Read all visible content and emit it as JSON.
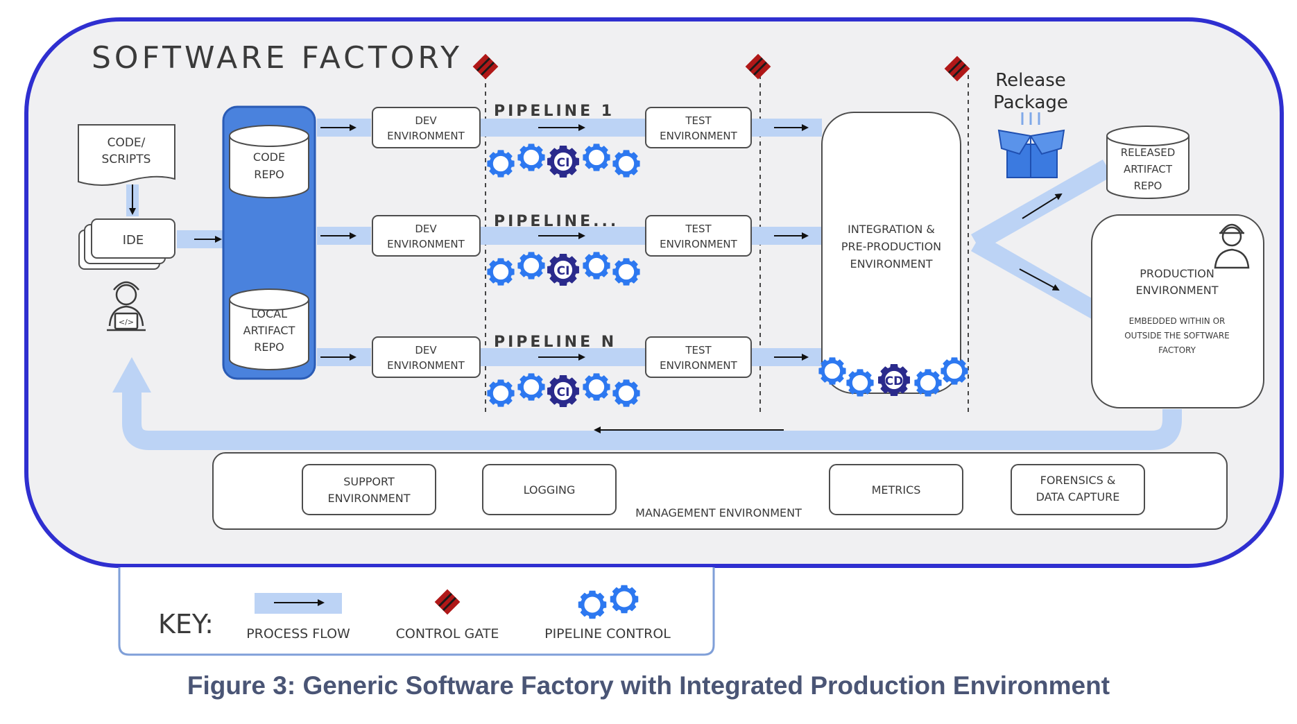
{
  "factory": {
    "title": "SOFTWARE FACTORY"
  },
  "dev_side": {
    "code_scripts": [
      "CODE/",
      "SCRIPTS"
    ],
    "ide": "IDE",
    "code_repo": [
      "CODE",
      "REPO"
    ],
    "local_artifact_repo": [
      "LOCAL",
      "ARTIFACT",
      "REPO"
    ]
  },
  "pipelines": [
    {
      "label": "PIPELINE 1",
      "dev_env": [
        "DEV",
        "ENVIRONMENT"
      ],
      "test_env": [
        "TEST",
        "ENVIRONMENT"
      ],
      "ci": "CI"
    },
    {
      "label": "PIPELINE...",
      "dev_env": [
        "DEV",
        "ENVIRONMENT"
      ],
      "test_env": [
        "TEST",
        "ENVIRONMENT"
      ],
      "ci": "CI"
    },
    {
      "label": "PIPELINE N",
      "dev_env": [
        "DEV",
        "ENVIRONMENT"
      ],
      "test_env": [
        "TEST",
        "ENVIRONMENT"
      ],
      "ci": "CI"
    }
  ],
  "integration": {
    "lines": [
      "INTEGRATION &",
      "PRE-PRODUCTION",
      "ENVIRONMENT"
    ],
    "cd": "CD"
  },
  "release_package": [
    "Release",
    "Package"
  ],
  "released_artifact_repo": [
    "RELEASED",
    "ARTIFACT",
    "REPO"
  ],
  "production": {
    "title": [
      "PRODUCTION",
      "ENVIRONMENT"
    ],
    "note": [
      "EMBEDDED WITHIN OR",
      "OUTSIDE THE SOFTWARE",
      "FACTORY"
    ]
  },
  "management": {
    "label": "MANAGEMENT ENVIRONMENT",
    "support": [
      "SUPPORT",
      "ENVIRONMENT"
    ],
    "logging": "LOGGING",
    "metrics": "METRICS",
    "forensics": [
      "FORENSICS &",
      "DATA CAPTURE"
    ]
  },
  "key": {
    "title": "KEY:",
    "process_flow": "PROCESS FLOW",
    "control_gate": "CONTROL GATE",
    "pipeline_control": "PIPELINE CONTROL"
  },
  "caption": "Figure 3: Generic Software Factory with Integrated Production Environment",
  "colors": {
    "factory_border": "#2f2fd0",
    "factory_fill": "#f0f0f2",
    "flow": "#bcd3f5",
    "repo_fill": "#4a82dd",
    "repo_border": "#2a5bb5",
    "gear": "#2d78f0",
    "ci_gear": "#2a2a8c",
    "gate": "#b01818",
    "box_border": "#4d4d4d",
    "text": "#3a3a3a",
    "caption": "#4a5575"
  }
}
